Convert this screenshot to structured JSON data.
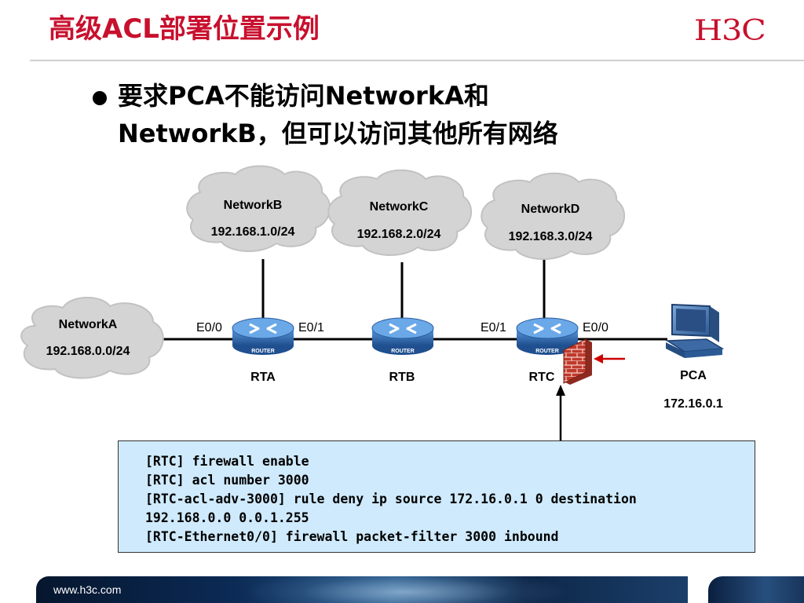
{
  "header": {
    "title": "高级ACL部署位置示例",
    "logo": "H3C"
  },
  "bullet": {
    "line1": "要求PCA不能访问NetworkA和",
    "line2": "NetworkB，但可以访问其他所有网络"
  },
  "diagram": {
    "networks": [
      {
        "name": "NetworkA",
        "subnet": "192.168.0.0/24"
      },
      {
        "name": "NetworkB",
        "subnet": "192.168.1.0/24"
      },
      {
        "name": "NetworkC",
        "subnet": "192.168.2.0/24"
      },
      {
        "name": "NetworkD",
        "subnet": "192.168.3.0/24"
      }
    ],
    "routers": [
      {
        "name": "RTA",
        "icon_label": "ROUTER"
      },
      {
        "name": "RTB",
        "icon_label": "ROUTER"
      },
      {
        "name": "RTC",
        "icon_label": "ROUTER"
      }
    ],
    "interfaces": {
      "rta_left": "E0/0",
      "rta_right": "E0/1",
      "rtc_left": "E0/1",
      "rtc_right": "E0/0"
    },
    "pc": {
      "name": "PCA",
      "ip": "172.16.0.1"
    },
    "colors": {
      "cloud": "#d4d4d4",
      "router": "#2f6fb5",
      "firewall": "#c0392b",
      "arrow": "#cc0000"
    }
  },
  "config": {
    "lines": [
      "[RTC] firewall enable",
      "[RTC] acl number 3000",
      "[RTC-acl-adv-3000] rule deny ip source 172.16.0.1 0 destination",
      "192.168.0.0 0.0.1.255",
      "[RTC-Ethernet0/0] firewall packet-filter 3000 inbound"
    ]
  },
  "footer": {
    "url": "www.h3c.com"
  }
}
